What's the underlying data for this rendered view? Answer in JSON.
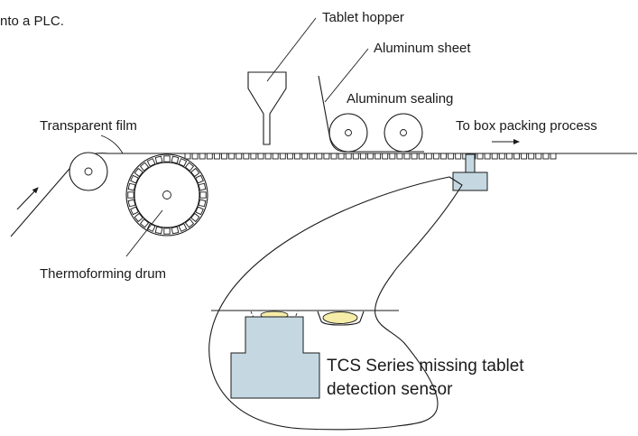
{
  "labels": {
    "intro_fragment": "nto a PLC.",
    "tablet_hopper": "Tablet hopper",
    "aluminum_sheet": "Aluminum sheet",
    "aluminum_sealing": "Aluminum sealing",
    "transparent_film": "Transparent film",
    "to_box_packing": "To box packing process",
    "thermoforming_drum": "Thermoforming drum",
    "sensor_line1": "TCS Series missing tablet",
    "sensor_line2": "detection sensor"
  },
  "colors": {
    "sensor": "#c5d8e2",
    "tablet": "#f5eda8",
    "line": "#1a1a1a",
    "background": "#ffffff"
  }
}
